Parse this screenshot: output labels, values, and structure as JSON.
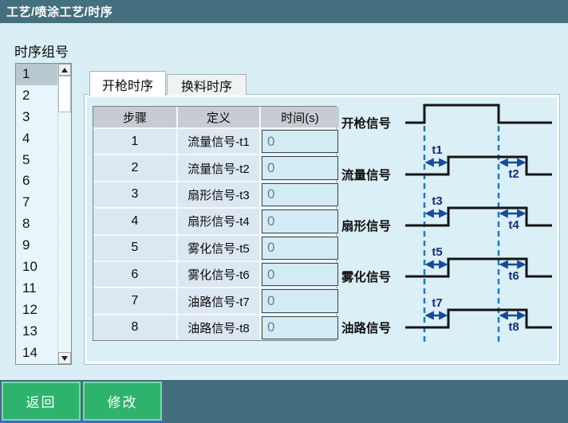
{
  "header": {
    "breadcrumb": "工艺/喷涂工艺/时序"
  },
  "sidebar": {
    "label": "时序组号",
    "selected": "1",
    "items": [
      "1",
      "2",
      "3",
      "4",
      "5",
      "6",
      "7",
      "8",
      "9",
      "10",
      "11",
      "12",
      "13",
      "14"
    ]
  },
  "tabs": [
    {
      "label": "开枪时序",
      "active": true
    },
    {
      "label": "换料时序",
      "active": false
    }
  ],
  "table": {
    "headers": [
      "步骤",
      "定义",
      "时间(s)"
    ],
    "rows": [
      {
        "step": "1",
        "definition": "流量信号-t1",
        "time": "0"
      },
      {
        "step": "2",
        "definition": "流量信号-t2",
        "time": "0"
      },
      {
        "step": "3",
        "definition": "扇形信号-t3",
        "time": "0"
      },
      {
        "step": "4",
        "definition": "扇形信号-t4",
        "time": "0"
      },
      {
        "step": "5",
        "definition": "雾化信号-t5",
        "time": "0"
      },
      {
        "step": "6",
        "definition": "雾化信号-t6",
        "time": "0"
      },
      {
        "step": "7",
        "definition": "油路信号-t7",
        "time": "0"
      },
      {
        "step": "8",
        "definition": "油路信号-t8",
        "time": "0"
      }
    ]
  },
  "diagram": {
    "signals": [
      {
        "label": "开枪信号"
      },
      {
        "label": "流量信号",
        "t_rise": "t1",
        "t_fall": "t2"
      },
      {
        "label": "扇形信号",
        "t_rise": "t3",
        "t_fall": "t4"
      },
      {
        "label": "雾化信号",
        "t_rise": "t5",
        "t_fall": "t6"
      },
      {
        "label": "油路信号",
        "t_rise": "t7",
        "t_fall": "t8"
      }
    ],
    "colors": {
      "waveform": "#141414",
      "dashed": "#1b7ac4",
      "arrow": "#174a9b",
      "t_label": "#132f7a"
    }
  },
  "footer": {
    "buttons": [
      {
        "label": "返回"
      },
      {
        "label": "修改"
      }
    ]
  },
  "colors": {
    "topbar": "#446f7e",
    "page_bg": "#d9eef5",
    "button_green": "#2eb36c",
    "selected_item": "#b9c7d1",
    "table_header": "#c6ccd2",
    "table_cell": "#dbe7f1"
  }
}
